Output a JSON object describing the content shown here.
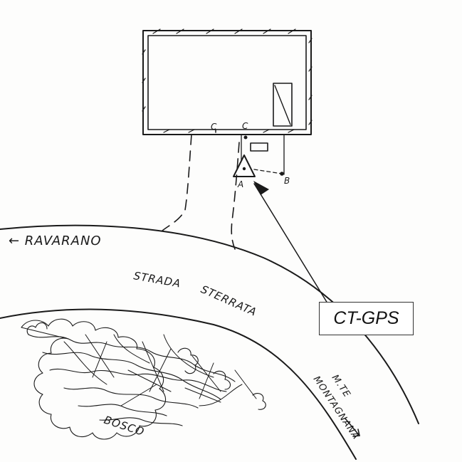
{
  "labels": {
    "ravarano": "← RAVARANO",
    "strada": "STRADA",
    "sterrata": "STERRATA",
    "bosco": "BOSCO",
    "monte_line1": "M.TE",
    "monte_line2": "MONTAGNANA",
    "point_a": "A",
    "point_b": "B",
    "point_c1": "C",
    "point_c2": "C",
    "station": "CT-GPS"
  },
  "colors": {
    "ink": "#1a1a1a",
    "paper": "#fdfdfc"
  }
}
